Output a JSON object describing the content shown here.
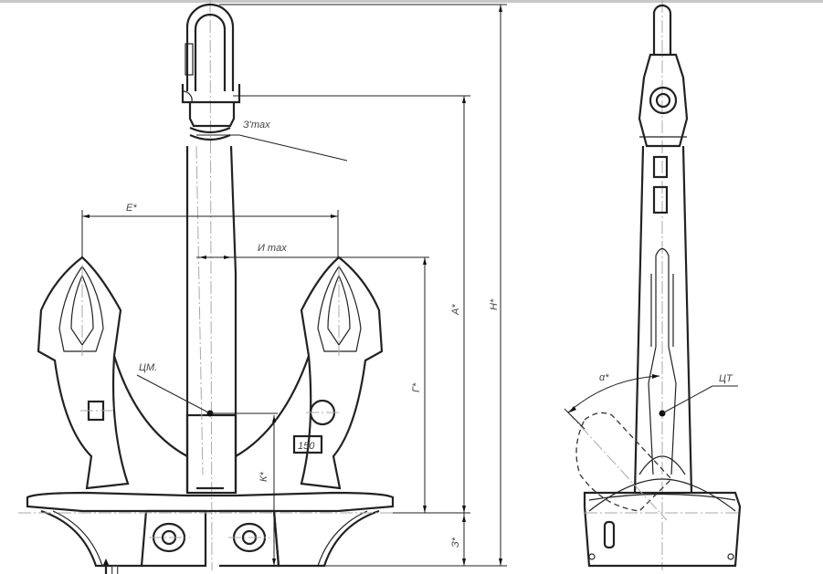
{
  "drawing": {
    "front_view": {
      "labels": {
        "shackle_gap": "З'max",
        "fluke_span": "Е*",
        "shank_width": "И max",
        "shank_length": "А*",
        "total_height": "Н*",
        "fluke_height": "Г*",
        "center_of_mass": "ЦМ.",
        "com_height": "К*",
        "crown_height": "З*",
        "mark": "150",
        "view_marker": "П"
      }
    },
    "side_view": {
      "labels": {
        "angle": "α*",
        "center_of_gravity": "ЦТ"
      }
    }
  }
}
